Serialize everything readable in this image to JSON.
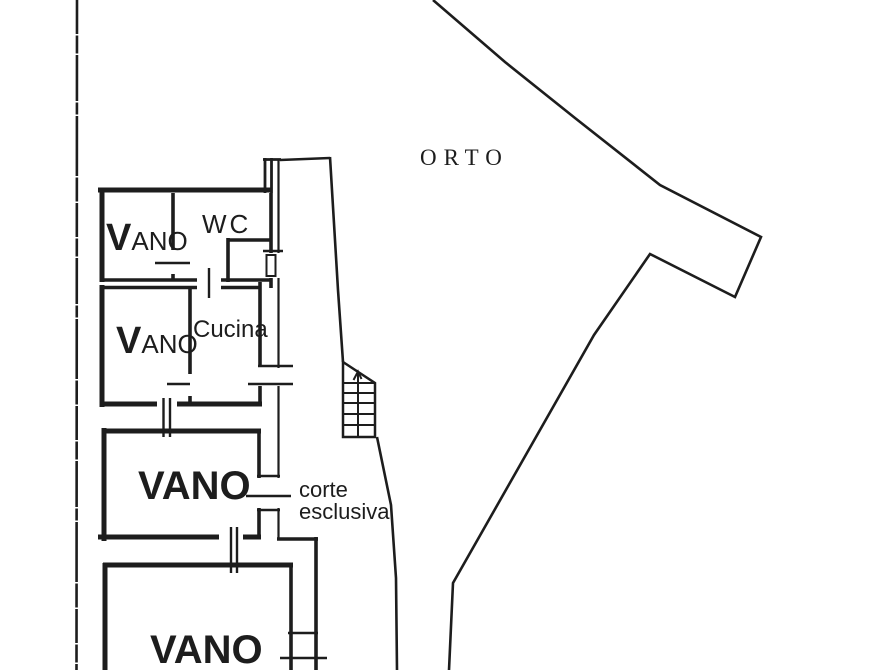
{
  "colors": {
    "ink": "#1d1d1d",
    "paper": "#ffffff"
  },
  "plan": {
    "orto_label": "ORTO",
    "corte_label_line1": "corte",
    "corte_label_line2": "esclusiva",
    "rooms": {
      "vano_top": {
        "initial": "V",
        "rest": "ANO"
      },
      "wc": "WC",
      "vano_mid": {
        "initial": "V",
        "rest": "ANO"
      },
      "cucina": "Cucina",
      "vano_large": "VANO",
      "vano_bottom": "VANO"
    }
  }
}
